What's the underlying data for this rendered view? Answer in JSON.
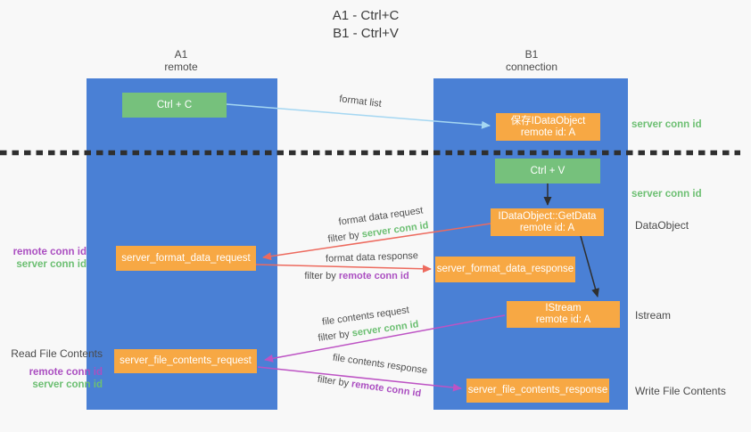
{
  "title": {
    "line1": "A1 - Ctrl+C",
    "line2": "B1 - Ctrl+V"
  },
  "columns": {
    "left": {
      "name": "A1",
      "subtitle": "remote"
    },
    "right": {
      "name": "B1",
      "subtitle": "connection"
    }
  },
  "boxes": {
    "ctrl_c": "Ctrl + C",
    "ctrl_v": "Ctrl + V",
    "save_dataobject": {
      "line1": "保存IDataObject",
      "line2": "remote id: A"
    },
    "getdata": {
      "line1": "IDataObject::GetData",
      "line2": "remote id: A"
    },
    "istream": {
      "line1": "IStream",
      "line2": "remote id: A"
    },
    "format_request": "server_format_data_request",
    "format_response": "server_format_data_response",
    "file_request": "server_file_contents_request",
    "file_response": "server_file_contents_response"
  },
  "arrow_labels": {
    "format_list": "format list",
    "format_data_request": "format data request",
    "format_data_response": "format data response",
    "file_contents_request": "file contents request",
    "file_contents_response": "file contents response",
    "filter_by": "filter by",
    "server_conn_id": "server conn id",
    "remote_conn_id": "remote conn id"
  },
  "side_labels": {
    "server_conn_id_top": "server conn id",
    "server_conn_id_mid": "server conn id",
    "dataobject": "DataObject",
    "istream": "Istream",
    "write_file_contents": "Write File Contents",
    "read_file_contents": "Read File Contents",
    "remote_conn_id_upper": "remote conn id",
    "server_conn_id_upper": "server conn id",
    "remote_conn_id_lower": "remote conn id",
    "server_conn_id_lower": "server conn id"
  },
  "colors": {
    "background": "#f8f8f8",
    "lane_blue": "#4a80d5",
    "box_green": "#76c17c",
    "box_orange": "#f7a844",
    "arrow_red": "#ed6a5e",
    "arrow_magenta": "#bd53c4",
    "arrow_lightblue": "#a5d7f2",
    "arrow_black": "#2f2f2f",
    "label_green": "#6cbf72",
    "label_purple": "#ab4fc1"
  }
}
